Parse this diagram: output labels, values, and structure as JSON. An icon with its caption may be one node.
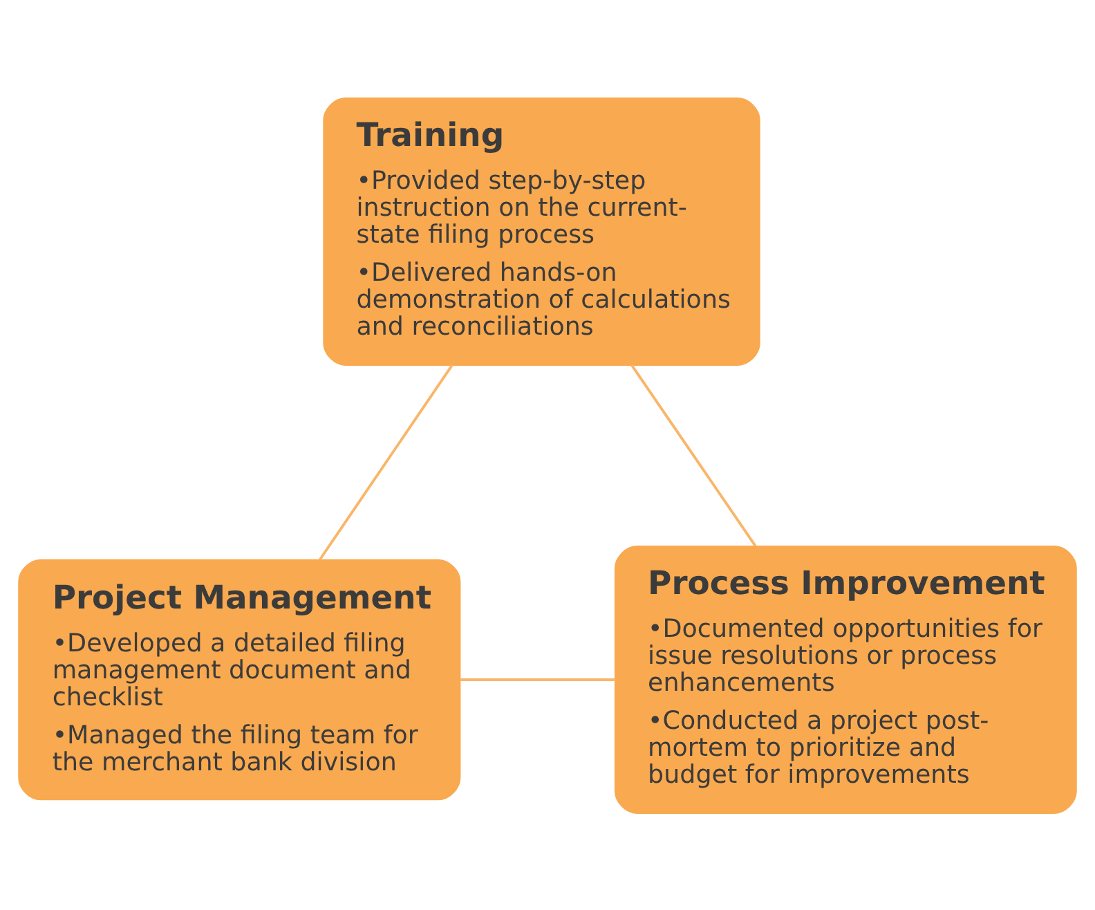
{
  "diagram": {
    "nodes": [
      {
        "text": [
          "Training",
          "•Provided step-by-step instruction on the current-state filing process",
          "•Delivered hands-on demonstration of calculations and reconciliations"
        ]
      },
      {
        "text": [
          "Process Improvement",
          "•Documented opportunities for issue resolutions or process enhancements",
          "•Conducted a project post-mortem to prioritize and budget for improvements"
        ]
      },
      {
        "text": [
          "Project Management",
          "•Developed a detailed filing management document and checklist",
          "•Managed the filing team for the merchant bank division"
        ]
      }
    ],
    "edges": [
      {
        "from": 1,
        "to": 0,
        "arrow": "none"
      },
      {
        "from": 0,
        "to": 2,
        "arrow": "none"
      },
      {
        "from": 2,
        "to": 1,
        "arrow": "none"
      }
    ]
  }
}
